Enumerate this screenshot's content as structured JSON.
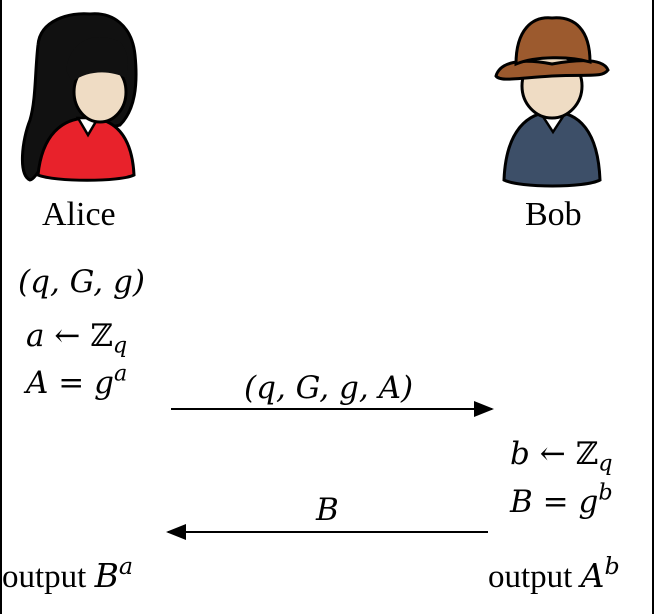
{
  "alice": {
    "name": "Alice",
    "params": "(q, G, g)",
    "sample": {
      "lhs": "a",
      "arrow": "←",
      "set": "ℤ",
      "sub": "q"
    },
    "public": {
      "lhs": "A",
      "eq": "=",
      "base": "g",
      "exp": "a"
    },
    "output": {
      "word": "output",
      "base": "B",
      "exp": "a"
    }
  },
  "bob": {
    "name": "Bob",
    "sample": {
      "lhs": "b",
      "arrow": "←",
      "set": "ℤ",
      "sub": "q"
    },
    "public": {
      "lhs": "B",
      "eq": "=",
      "base": "g",
      "exp": "b"
    },
    "output": {
      "word": "output",
      "base": "A",
      "exp": "b"
    }
  },
  "messages": {
    "to_bob": "(q, G, g, A)",
    "to_alice": "B"
  },
  "colors": {
    "alice_shirt": "#e8222b",
    "alice_hair": "#111111",
    "skin": "#efdcc4",
    "bob_shirt": "#3d4f68",
    "bob_hat": "#9c5a2e"
  }
}
